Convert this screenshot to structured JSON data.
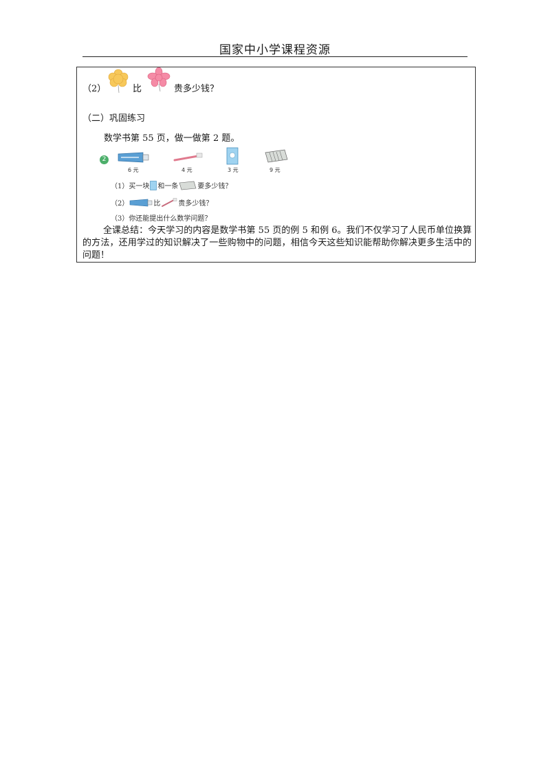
{
  "header": {
    "title": "国家中小学课程资源"
  },
  "question2": {
    "num": "（2）",
    "compare": "比",
    "rest": "贵多少钱？"
  },
  "section2": {
    "title": "（二）巩固练习",
    "reference": "数学书第 55 页，做一做第 2 题。"
  },
  "exercise": {
    "badge": "2",
    "items": [
      {
        "name": "牙膏",
        "icon": "toothpaste-icon",
        "price": "6 元"
      },
      {
        "name": "牙刷",
        "icon": "toothbrush-icon",
        "price": "4 元"
      },
      {
        "name": "香皂",
        "icon": "soap-icon",
        "price": "3 元"
      },
      {
        "name": "毛巾",
        "icon": "towel-icon",
        "price": "9 元"
      }
    ],
    "q1": {
      "num": "（1）",
      "a": "买一块",
      "b": "和一条",
      "c": "要多少钱？"
    },
    "q2": {
      "num": "（2）",
      "a": "比",
      "b": "贵多少钱？"
    },
    "q3": "（3）你还能提出什么数学问题？"
  },
  "summary": "全课总结：今天学习的内容是数学书第 55 页的例 5 和例 6。我们不仅学习了人民币单位换算的方法，还用学过的知识解决了一些购物中的问题，相信今天这些知识能帮助你解决更多生活中的问题！"
}
